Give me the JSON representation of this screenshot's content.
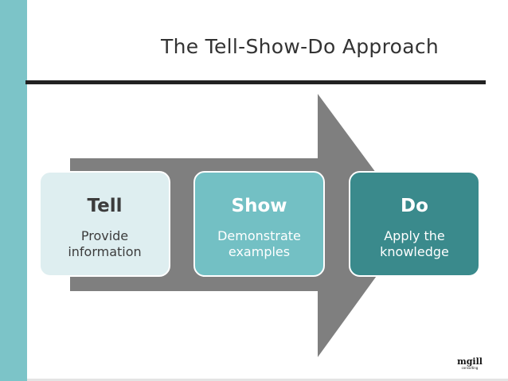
{
  "slide": {
    "title": "The Tell-Show-Do Approach"
  },
  "steps": [
    {
      "heading": "Tell",
      "text": "Provide information"
    },
    {
      "heading": "Show",
      "text": "Demonstrate examples"
    },
    {
      "heading": "Do",
      "text": "Apply the knowledge"
    }
  ],
  "logo": {
    "main": "mgill",
    "sub": "consulting"
  },
  "colors": {
    "sidebar": "#7cc4c8",
    "arrow": "#7f7f7f",
    "tell_box": "#deeef0",
    "show_box": "#73c0c4",
    "do_box": "#3a8a8c"
  }
}
